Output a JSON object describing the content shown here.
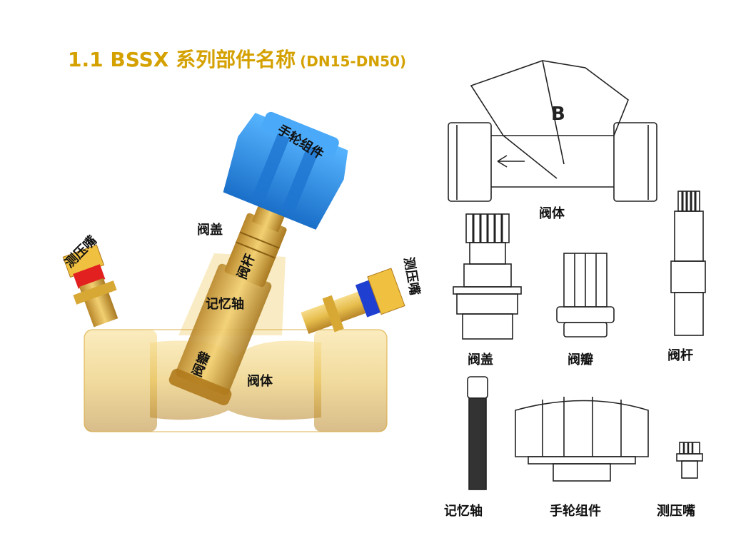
{
  "title": {
    "main": "1.1 BSSX 系列部件名称",
    "sub": "(DN15-DN50)"
  },
  "assembly_labels": {
    "handwheel": "手轮组件",
    "bonnet": "阀盖",
    "stem": "阀杆",
    "memory_shaft": "记忆轴",
    "disc": "阀瓣",
    "body": "阀体",
    "test_port_left": "测压嘴",
    "test_port_right": "测压嘴"
  },
  "body_marking": "B",
  "parts_labels": {
    "body": "阀体",
    "bonnet": "阀盖",
    "disc": "阀瓣",
    "stem": "阀杆",
    "memory_shaft": "记忆轴",
    "handwheel": "手轮组件",
    "test_port": "测压嘴"
  },
  "colors": {
    "title": "#d4a100",
    "brass": "#e0b43c",
    "handwheel_blue": "#2f8fe0",
    "test_port_red": "#e32020",
    "test_port_blue": "#1f3fd0"
  }
}
